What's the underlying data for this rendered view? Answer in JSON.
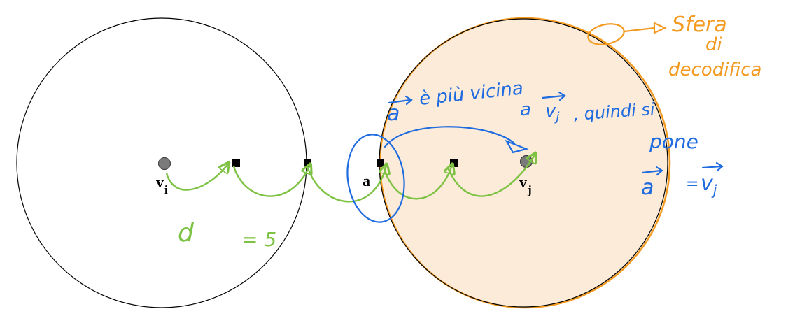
{
  "diagram": {
    "nodes": {
      "vi": {
        "letter": "v",
        "subscript": "i"
      },
      "vj": {
        "letter": "v",
        "subscript": "j"
      },
      "a": {
        "label": "a"
      }
    },
    "distance": {
      "symbol": "d",
      "equals": "= 5"
    },
    "annotations": {
      "sphere_label_line1": "Sfera",
      "sphere_label_line2": "di",
      "sphere_label_line3": "decodifica",
      "note_line1_vec": "a",
      "note_line1_text": "è più vicina",
      "note_line2_a": "a",
      "note_line2_vec": "v",
      "note_line2_sub": "j",
      "note_line2_text": ", quindi si",
      "note_line3_text": "pone",
      "eq_lhs": "a",
      "eq_op": "=",
      "eq_rhs": "v",
      "eq_rhs_sub": "j"
    },
    "colors": {
      "circle_outline": "#000000",
      "decoding_sphere_fill": "#FCEBD8",
      "decoding_sphere_stroke": "#F39A21",
      "path_green": "#7DC242",
      "annotation_blue": "#1F6BE0",
      "annotation_orange": "#F39A21",
      "node_gray": "#7A7A7A"
    }
  }
}
